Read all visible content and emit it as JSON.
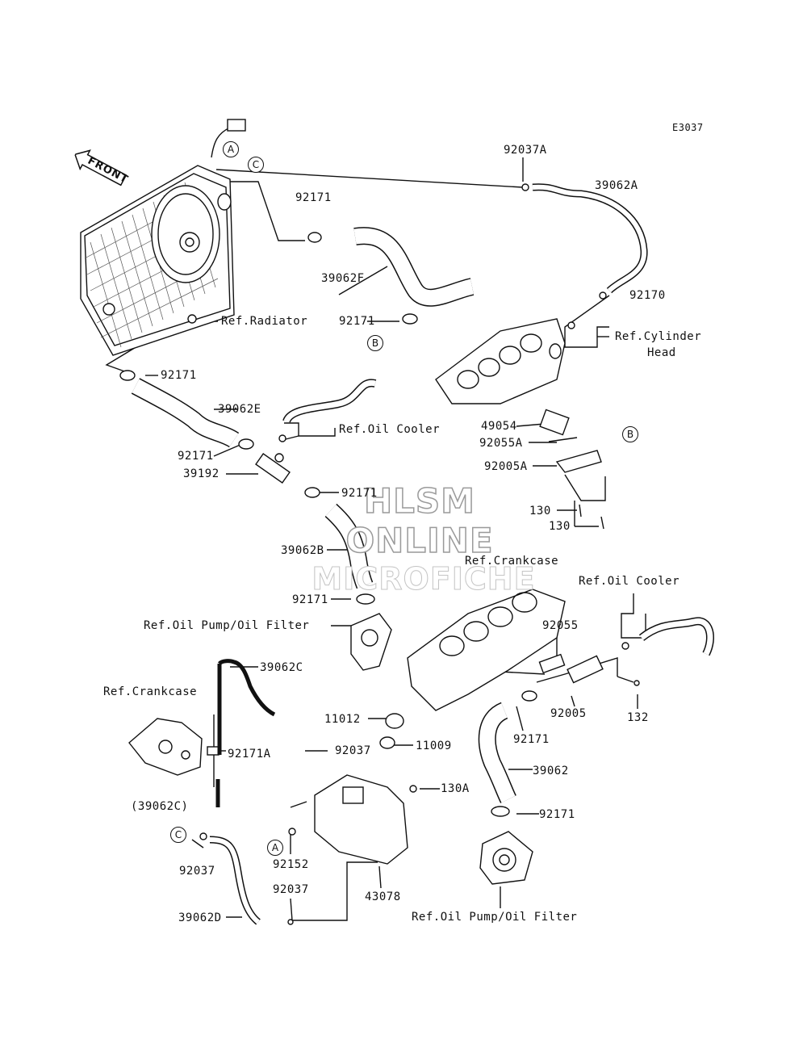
{
  "diagram_code": "E3037",
  "front_arrow_label": "FRONT",
  "watermark": {
    "line1": "HLSM",
    "line2": "ONLINE",
    "line3": "MICROFICHE"
  },
  "part_labels": {
    "p92037A": "92037A",
    "p39062A": "39062A",
    "p92171_top": "92171",
    "p39062F": "39062F",
    "p92170": "92170",
    "p92171_b": "92171",
    "ref_radiator": "Ref.Radiator",
    "ref_cylinder_head_1": "Ref.Cylinder",
    "ref_cylinder_head_2": "Head",
    "p92171_left": "92171",
    "p39062E": "39062E",
    "ref_oil_cooler_1": "Ref.Oil Cooler",
    "p49054": "49054",
    "p92055A": "92055A",
    "p92005A": "92005A",
    "p92171_mid": "92171",
    "p39192": "39192",
    "p92171_mid2": "92171",
    "p130_1": "130",
    "p130_2": "130",
    "p39062B": "39062B",
    "ref_crankcase_1": "Ref.Crankcase",
    "ref_oil_cooler_2": "Ref.Oil Cooler",
    "p92171_low": "92171",
    "ref_oil_pump_1": "Ref.Oil Pump/Oil Filter",
    "p92055": "92055",
    "p39062C": "39062C",
    "ref_crankcase_2": "Ref.Crankcase",
    "p92005": "92005",
    "p132": "132",
    "p11012": "11012",
    "p92171_r": "92171",
    "p11009": "11009",
    "p92171A": "92171A",
    "p92037": "92037",
    "p39062": "39062",
    "p130A": "130A",
    "p39062C_paren": "(39062C)",
    "p92171_rb": "92171",
    "p92037_l": "92037",
    "p92152": "92152",
    "p92037_b": "92037",
    "p43078": "43078",
    "p39062D": "39062D",
    "ref_oil_pump_2": "Ref.Oil Pump/Oil Filter"
  },
  "callouts": {
    "A_top": "A",
    "C_top": "C",
    "B_left": "B",
    "B_right": "B",
    "C_bottom": "C",
    "A_bottom": "A"
  }
}
